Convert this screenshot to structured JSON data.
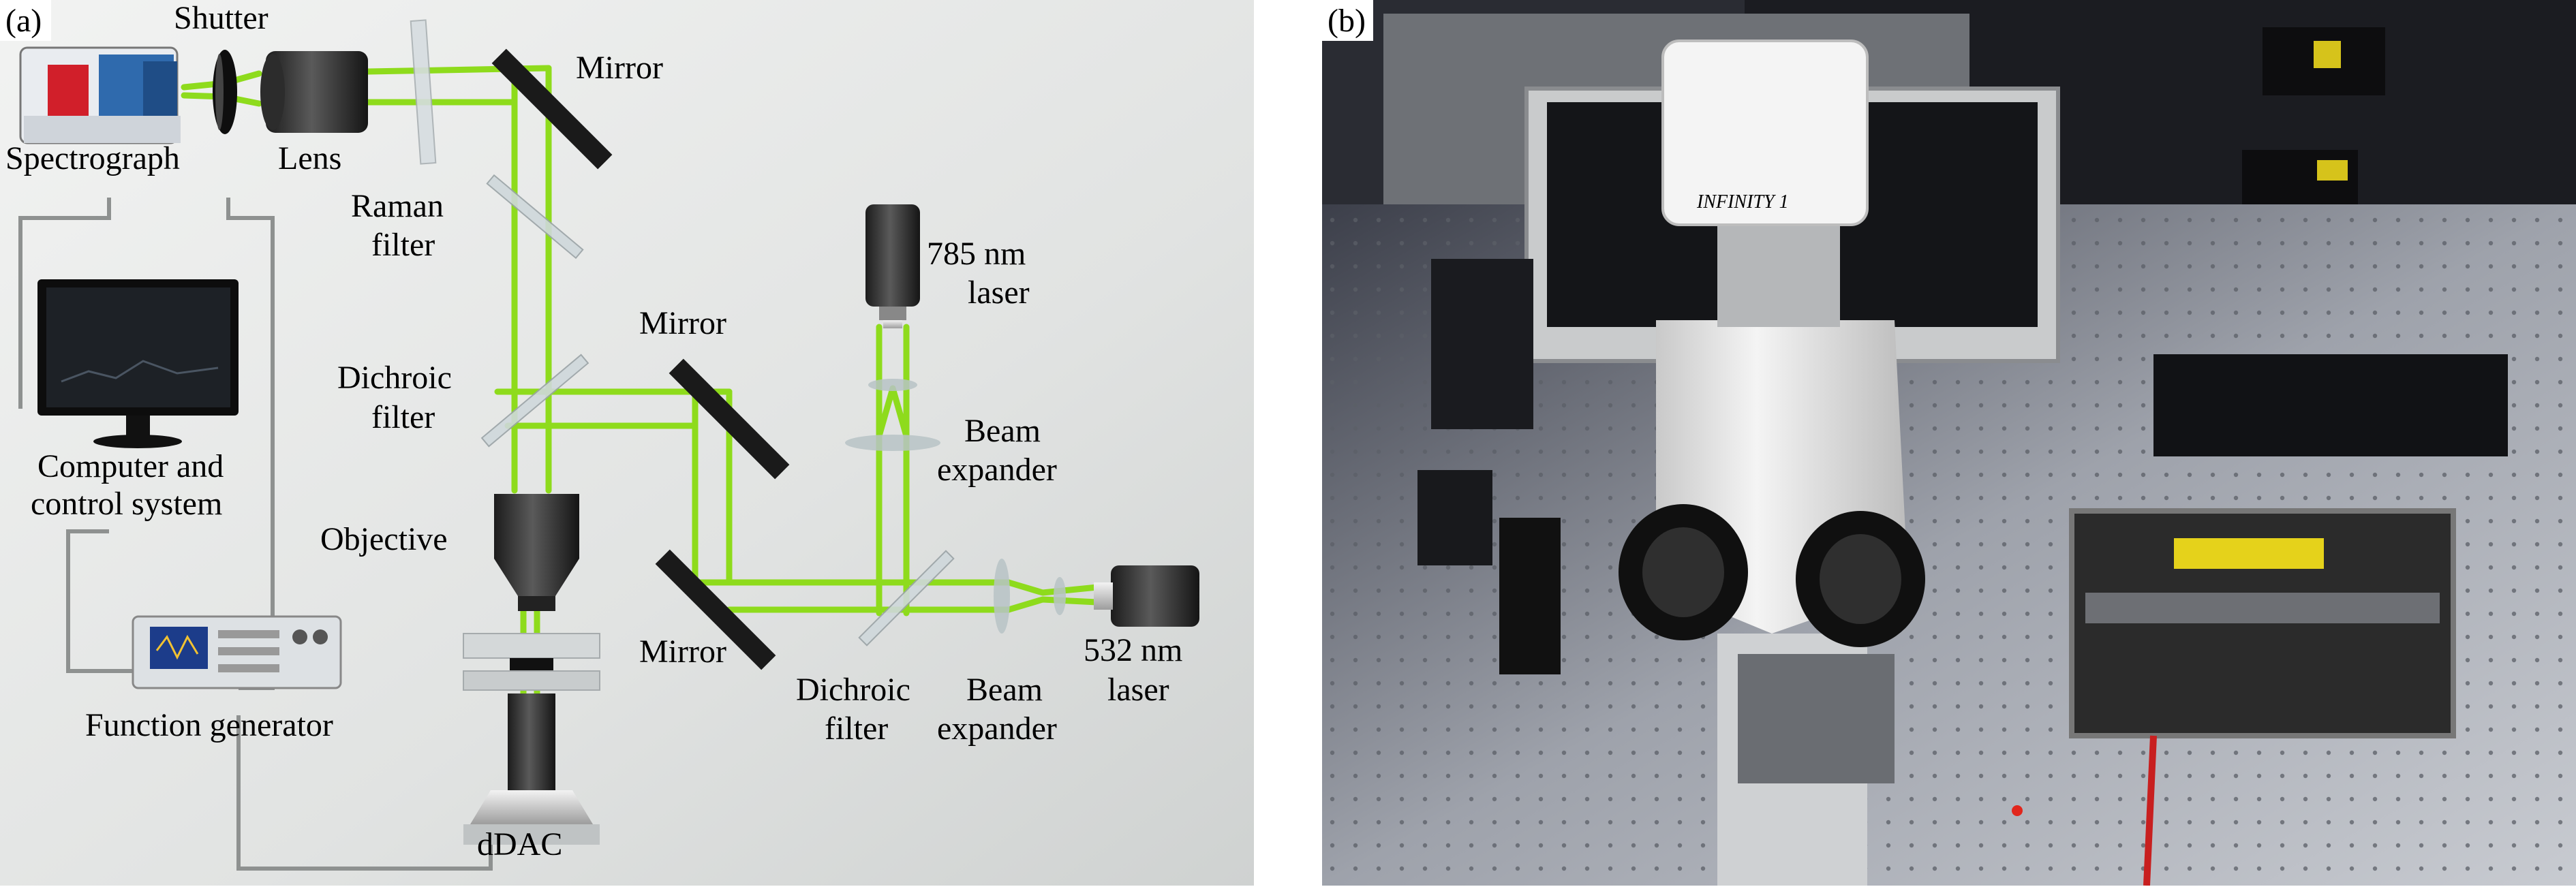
{
  "panel_a": {
    "panel_label": "(a)",
    "labels": {
      "shutter": "Shutter",
      "mirror_top": "Mirror",
      "spectrograph": "Spectrograph",
      "lens": "Lens",
      "raman_filter_l1": "Raman",
      "raman_filter_l2": "filter",
      "laser785_l1": "785 nm",
      "laser785_l2": "laser",
      "mirror_mid": "Mirror",
      "dichroic_top_l1": "Dichroic",
      "dichroic_top_l2": "filter",
      "beam_expander_top_l1": "Beam",
      "beam_expander_top_l2": "expander",
      "computer_l1": "Computer and",
      "computer_l2": "control system",
      "objective": "Objective",
      "mirror_bottom": "Mirror",
      "laser532_l1": "532 nm",
      "laser532_l2": "laser",
      "dichroic_bottom_l1": "Dichroic",
      "dichroic_bottom_l2": "filter",
      "beam_expander_bottom_l1": "Beam",
      "beam_expander_bottom_l2": "expander",
      "function_generator": "Function generator",
      "ddac": "dDAC"
    },
    "colors": {
      "beam": "#8edb1c",
      "beam_glow": "#c9f57a",
      "background": "#e4e6e5"
    }
  },
  "panel_b": {
    "panel_label": "(b)",
    "microscope_badge": "INFINITY 1"
  }
}
